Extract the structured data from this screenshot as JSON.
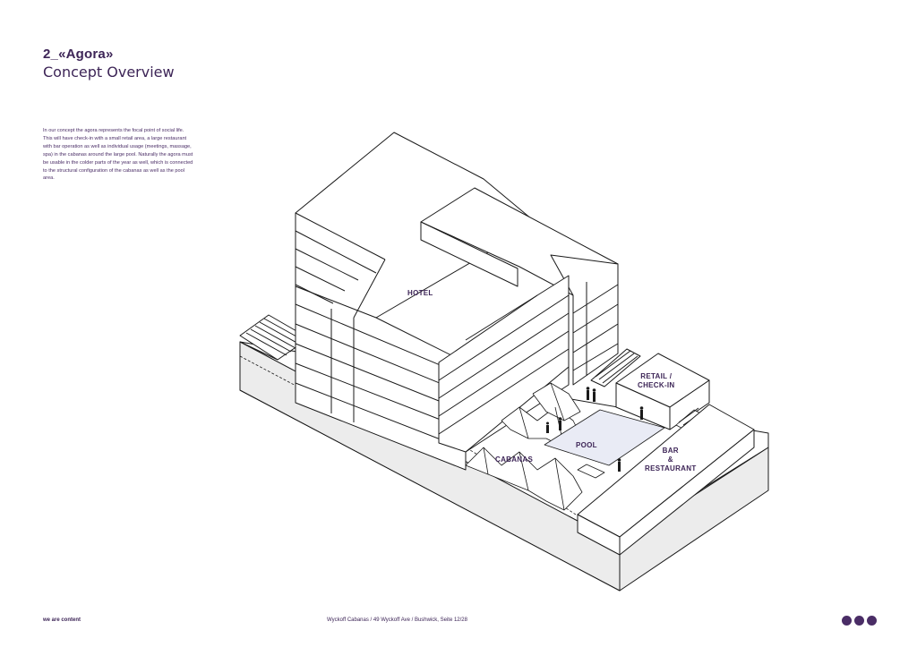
{
  "header": {
    "title": "2_«Agora»",
    "subtitle": "Concept Overview"
  },
  "intro_lines": [
    "In our concept the agora represents the focal point of social life.",
    "This will have check-in with a small retail area, a large restaurant",
    "with bar operation as well as individual usage (meetings, massage,",
    "spa) in the cabanas around the large pool. Naturally the agora must",
    "be usable in the colder parts of the year as well, which is connected",
    "to the structural configuration of the cabanas as well as the pool",
    "area."
  ],
  "labels": {
    "hotel": "HOTEL",
    "retail": "RETAIL /\nCHECK-IN",
    "pool": "POOL",
    "cabanas": "CABANAS",
    "bar": "BAR\n&\nRESTAURANT"
  },
  "footer": {
    "brand": "we are content",
    "page_info": "Wyckoff Cabanas / 49 Wyckoff Ave / Bushwick, Seite 12/28"
  },
  "colors": {
    "brand": "#3d2557",
    "pool_fill": "#e9ebf5"
  }
}
